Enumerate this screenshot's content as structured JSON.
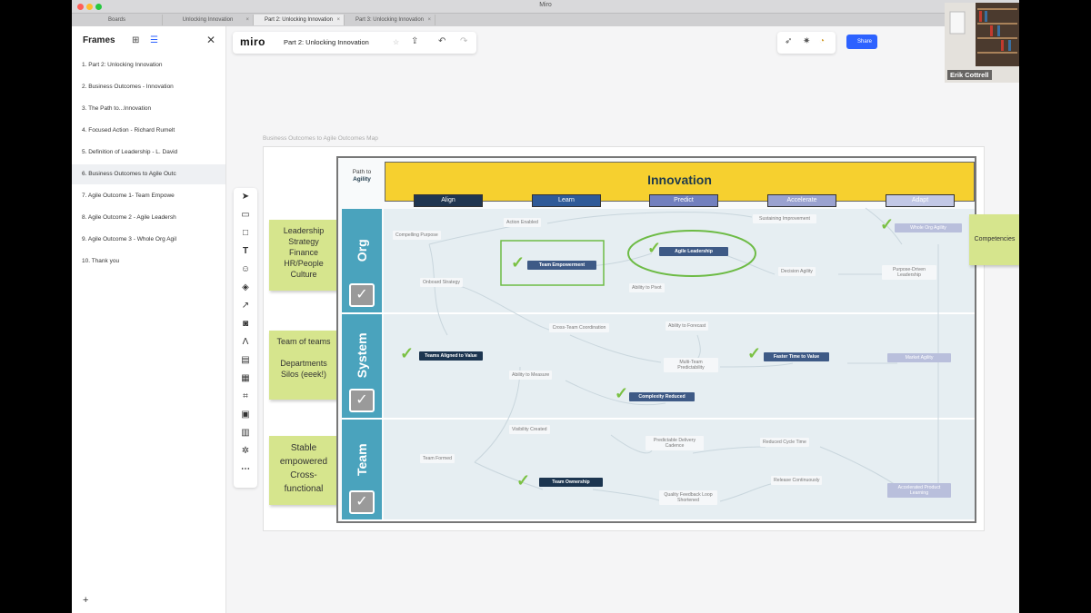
{
  "window": {
    "title": "Miro"
  },
  "tabs": [
    {
      "label": "Boards"
    },
    {
      "label": "Unlocking Innovation"
    },
    {
      "label": "Part 2: Unlocking Innovation"
    },
    {
      "label": "Part 3: Unlocking Innovation"
    }
  ],
  "sidebar": {
    "title": "Frames",
    "items": [
      {
        "label": "1.   Part 2: Unlocking Innovation"
      },
      {
        "label": "2.   Business Outcomes - Innovation"
      },
      {
        "label": "3.   The Path to...Innovation"
      },
      {
        "label": "4.   Focused Action - Richard Rumelt"
      },
      {
        "label": "5.   Definition of Leadership - L. David"
      },
      {
        "label": "6.   Business Outcomes to Agile Outc"
      },
      {
        "label": "7.   Agile Outcome 1-  Team Empowe"
      },
      {
        "label": "8.   Agile Outcome 2 - Agile Leadersh"
      },
      {
        "label": "9.   Agile Outcome 3 - Whole Org Agil"
      },
      {
        "label": "10.  Thank you"
      }
    ],
    "add_label": "+"
  },
  "topbar": {
    "logo": "miro",
    "board_title": "Part 2: Unlocking Innovation"
  },
  "share": {
    "label": "Share"
  },
  "frame_label": "Business Outcomes to Agile Outcomes Map",
  "map": {
    "logo": {
      "line1": "Path to",
      "line2": "Agility"
    },
    "title": "Innovation",
    "stages": [
      "Align",
      "Learn",
      "Predict",
      "Accelerate",
      "Adapt"
    ],
    "rows": [
      "Org",
      "System",
      "Team"
    ],
    "nodes": {
      "compelling_purpose": "Compelling Purpose",
      "action_enabled": "Action Enabled",
      "sustaining_improvement": "Sustaining Improvement",
      "whole_org_agility": "Whole Org Agility",
      "team_empowerment": "Team Empowerment",
      "agile_leadership": "Agile Leadership",
      "onboard_strategy": "Onboard Strategy",
      "ability_to_pivot": "Ability to Pivot",
      "decision_agility": "Decision Agility",
      "purpose_driven_leadership": "Purpose-Driven Leadership",
      "cross_team_coordination": "Cross-Team Coordination",
      "ability_to_forecast": "Ability to Forecast",
      "teams_aligned": "Teams Aligned to Value",
      "multi_team_predictability": "Multi-Team Predictability",
      "faster_time_to_value": "Faster Time to Value",
      "market_agility": "Market Agility",
      "ability_to_measure": "Ability to Measure",
      "complexity_reduced": "Complexity Reduced",
      "visibility_created": "Visibility Created",
      "predictable_delivery": "Predictable Delivery Cadence",
      "reduced_cycle_time": "Reduced Cycle Time",
      "team_formed": "Team Formed",
      "release_continuously": "Release Continuously",
      "team_ownership": "Team Ownership",
      "quality_feedback": "Quality Feedback Loop Shortened",
      "accelerated_learning": "Accelerated Product Learning"
    }
  },
  "stickies": {
    "org": [
      "Leadership",
      "Strategy",
      "Finance",
      "HR/People",
      "Culture"
    ],
    "system": [
      "Team of teams",
      "",
      "Departments",
      "Silos (eeek!)"
    ],
    "team": [
      "Stable",
      "empowered",
      "Cross-",
      "functional"
    ],
    "competencies": "Competencies"
  },
  "webcam": {
    "name": "Erik Cottrell"
  },
  "colors": {
    "banner": "#f6d02f",
    "row_tab": "#4aa3bd",
    "sticky": "#d6e58d",
    "check": "#7ac143",
    "node_dark": "#1c3550"
  }
}
